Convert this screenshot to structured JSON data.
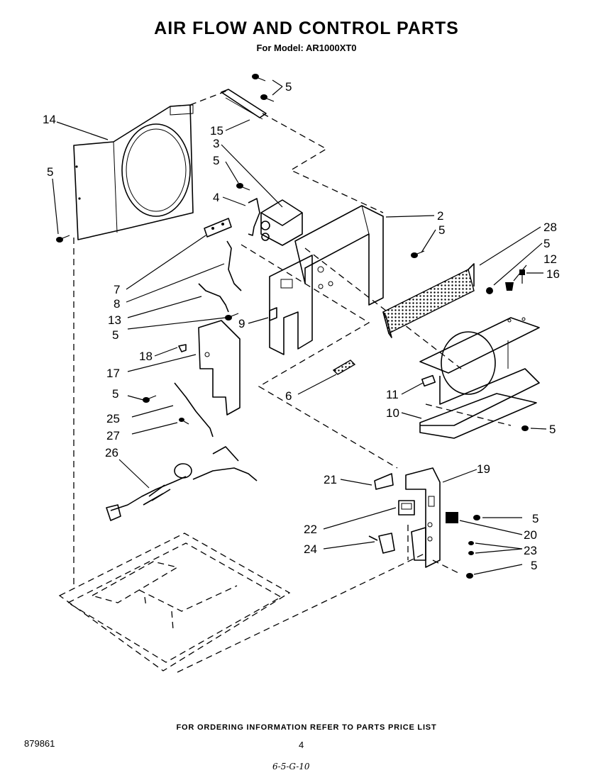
{
  "page": {
    "title": "AIR FLOW AND CONTROL PARTS",
    "subtitle": "For Model: AR1000XT0",
    "footer_note": "FOR ORDERING INFORMATION REFER TO PARTS PRICE LIST",
    "document_number": "879861",
    "page_number": "4",
    "handwritten_note": "6-5-G-10"
  },
  "labels": {
    "l14": "14",
    "l15": "15",
    "l3": "3",
    "l5a": "5",
    "l5b": "5",
    "l5c": "5",
    "l4": "4",
    "l2": "2",
    "l5d": "5",
    "l28": "28",
    "l5e": "5",
    "l12": "12",
    "l16": "16",
    "l7": "7",
    "l8": "8",
    "l13": "13",
    "l9": "9",
    "l5f": "5",
    "l18": "18",
    "l17": "17",
    "l6": "6",
    "l11": "11",
    "l5g": "5",
    "l10": "10",
    "l5h": "5",
    "l25": "25",
    "l27": "27",
    "l26": "26",
    "l19": "19",
    "l21": "21",
    "l5i": "5",
    "l22": "22",
    "l20": "20",
    "l24": "24",
    "l23": "23",
    "l5j": "5"
  }
}
